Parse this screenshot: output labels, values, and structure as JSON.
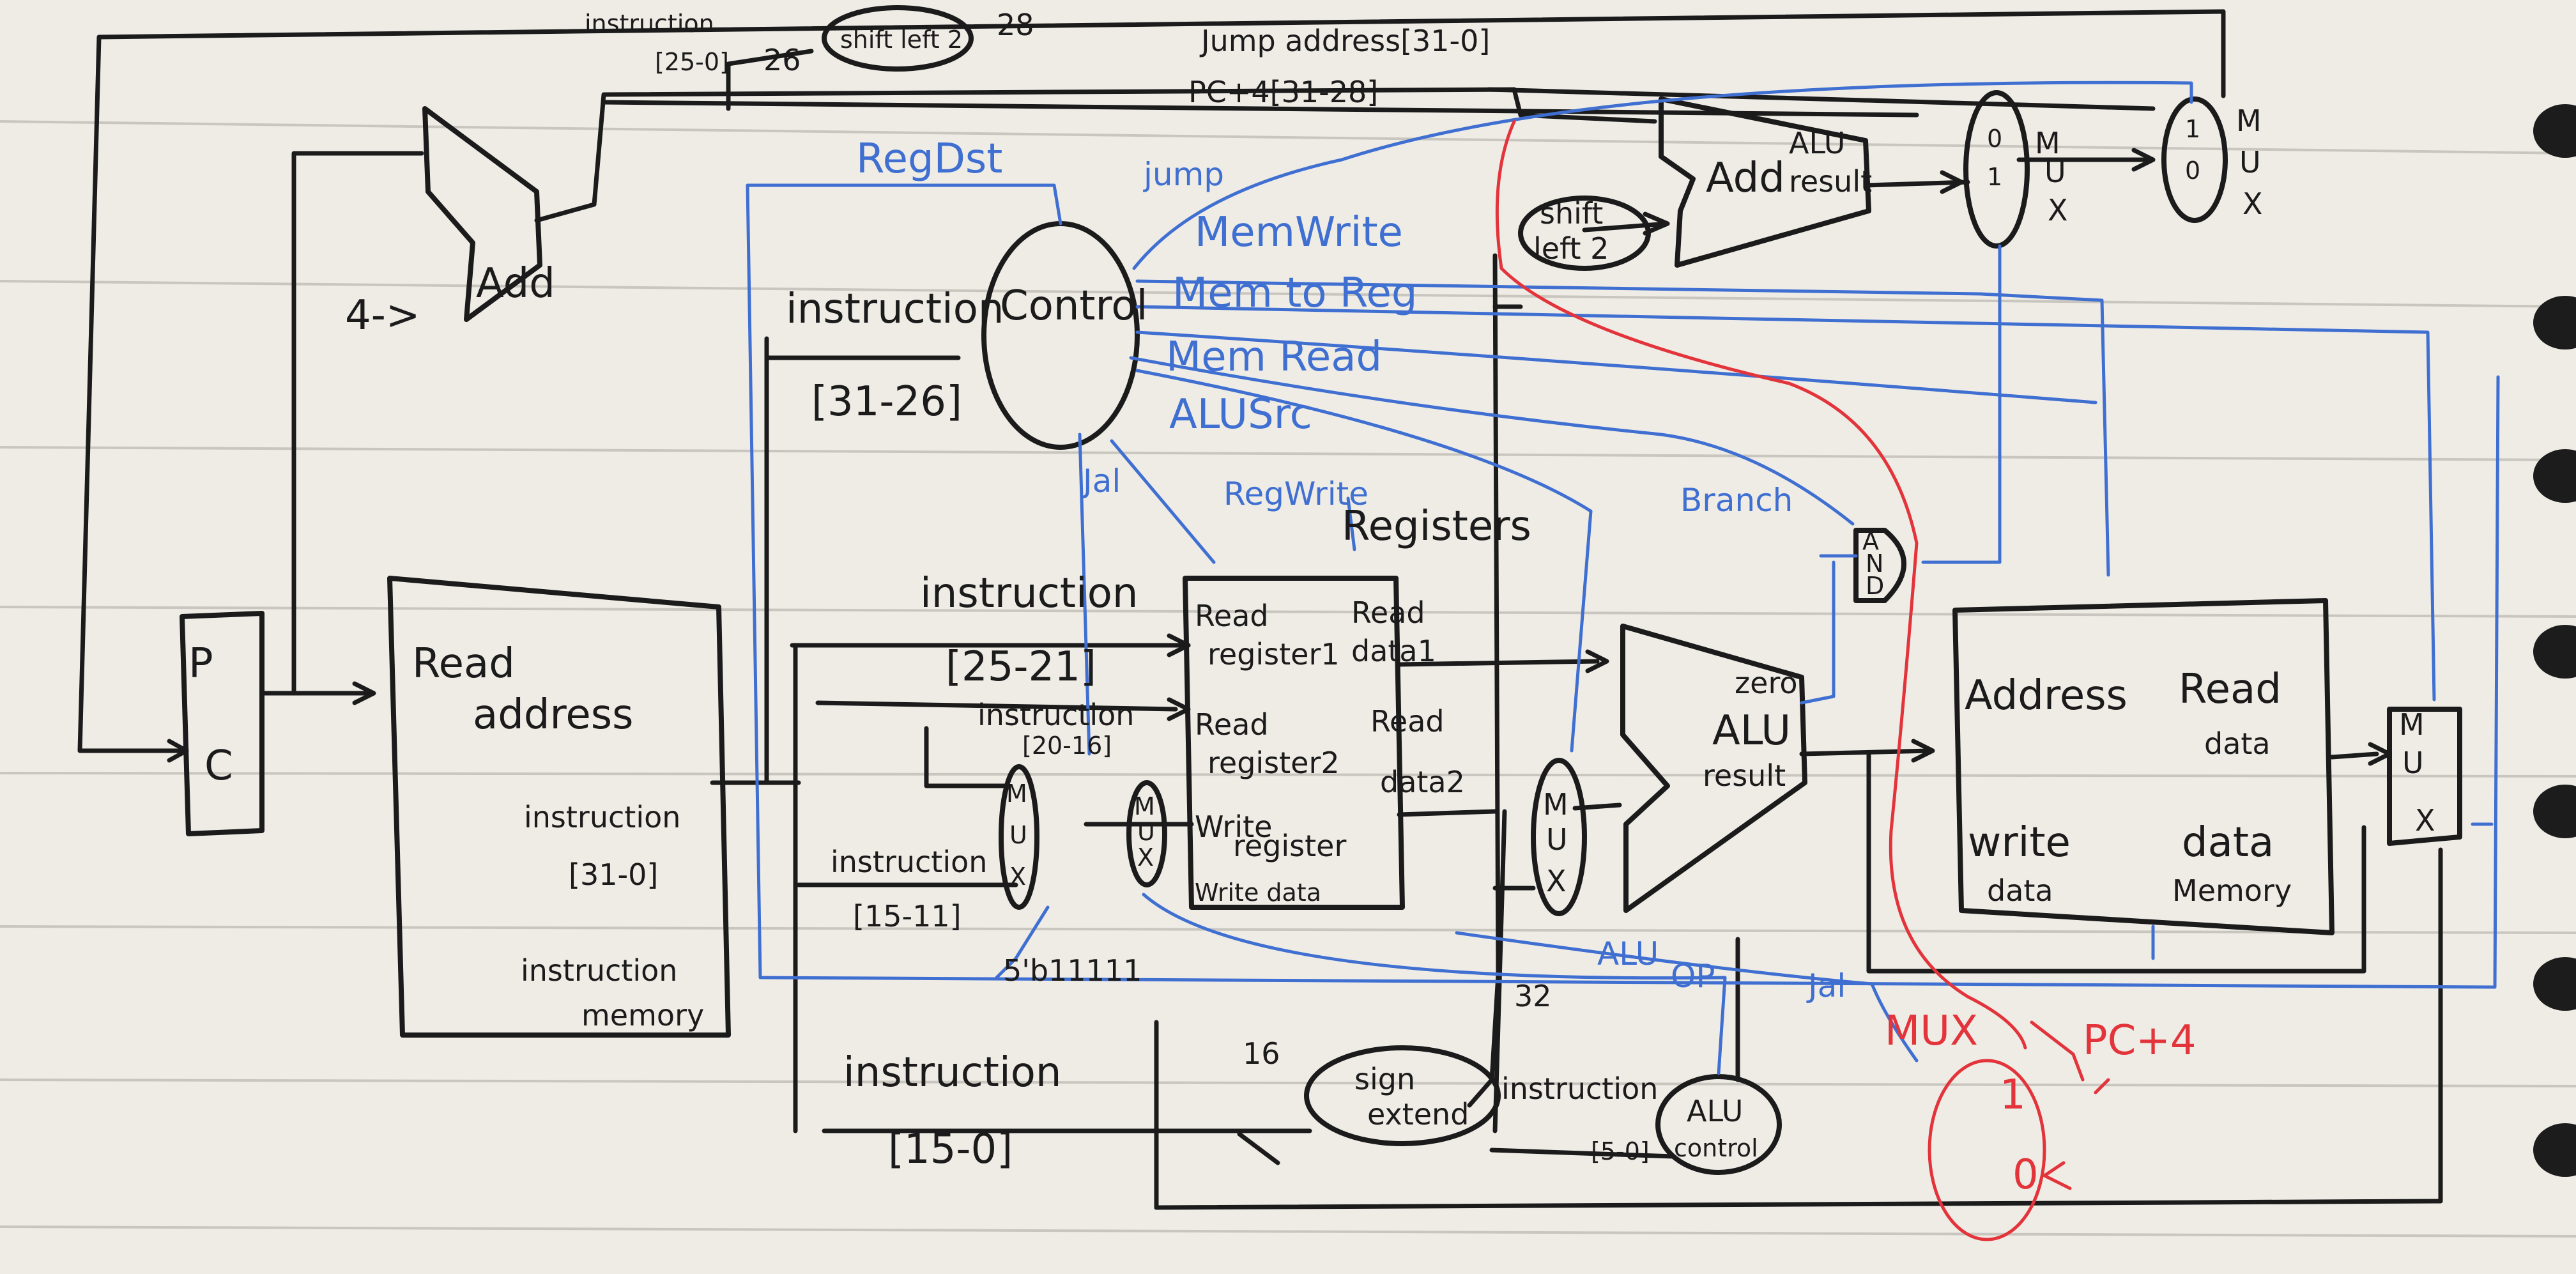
{
  "labels": {
    "pc_top": "P",
    "pc_bottom": "C",
    "four": "4->",
    "add_pc": "Add",
    "add_branch": "Add",
    "alu_result_top": "ALU",
    "alu_result_bottom": "result",
    "shift_left_2_top": "shift left 2",
    "shift_left_2_mid": "shift",
    "shift_left_2_mid2": "left 2",
    "n28": "28",
    "n26": "26",
    "jump_address": "Jump address[31-0]",
    "pc4_high": "PC+4[31-28]",
    "instr_top": "instruction",
    "instr_top_bits": "[25-0]",
    "control": "Control",
    "instr_ctrl": "instruction",
    "instr_ctrl_bits": "[31-26]",
    "im_read": "Read",
    "im_address": "address",
    "im_instr": "instruction",
    "im_instr_bits": "[31-0]",
    "im_instruction": "instruction",
    "im_memory": "memory",
    "instr_rs": "instruction",
    "instr_rs_bits": "[25-21]",
    "instr_rt": "instruction",
    "instr_rt_bits": "[20-16]",
    "instr_rd": "instruction",
    "instr_rd_bits": "[15-11]",
    "instr_imm": "instruction",
    "instr_imm_bits": "[15-0]",
    "instr_funct": "instruction",
    "instr_funct_bits": "[5-0]",
    "reg_read1_a": "Read",
    "reg_read1_b": "register1",
    "reg_read2_a": "Read",
    "reg_read2_b": "register2",
    "reg_write_a": "Write",
    "reg_write_b": "register",
    "reg_write_data": "Write data",
    "reg_data1_a": "Read",
    "reg_data1_b": "data1",
    "reg_data2_a": "Read",
    "reg_data2_b": "data2",
    "registers": "Registers",
    "const_31": "5'b11111",
    "n16": "16",
    "n32": "32",
    "sign_extend_a": "sign",
    "sign_extend_b": "extend",
    "alu_zero": "zero",
    "alu_label": "ALU",
    "alu_result": "result",
    "alu_control_a": "ALU",
    "alu_control_b": "control",
    "mem_address": "Address",
    "mem_read_a": "Read",
    "mem_read_b": "data",
    "mem_write_a": "write",
    "mem_write_b": "data",
    "mem_data_a": "data",
    "mem_data_b": "Memory",
    "mux_m": "M",
    "mux_u": "U",
    "mux_x": "X",
    "mux_0": "0",
    "mux_1": "1",
    "and_a": "A",
    "and_n": "N",
    "and_d": "D",
    "regdst": "RegDst",
    "jump": "jump",
    "memwrite": "MemWrite",
    "memtoreg": "Mem to Reg",
    "memread": "Mem Read",
    "alusrc": "ALUSrc",
    "jal": "Jal",
    "regwrite": "RegWrite",
    "branch": "Branch",
    "aluop_a": "ALU",
    "aluop_b": "OP",
    "jal2": "Jal",
    "red_mux": "MUX",
    "red_pc4": "PC+4",
    "red_1": "1",
    "red_0": "0"
  },
  "colors": {
    "ink": "#1b1b1b",
    "control_signal": "#3f6fd1",
    "added_path": "#e2343a",
    "paper": "#efece6"
  }
}
